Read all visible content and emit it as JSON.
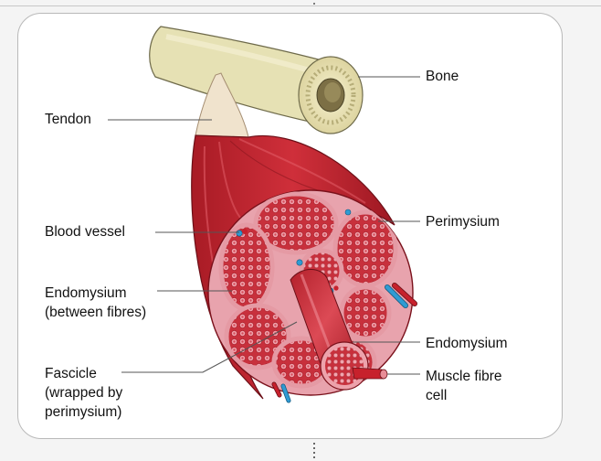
{
  "labels": {
    "bone": "Bone",
    "tendon": "Tendon",
    "blood_vessel": "Blood vessel",
    "perimysium": "Perimysium",
    "endomysium_between": "Endomysium\n(between fibres)",
    "endomysium": "Endomysium",
    "fascicle": "Fascicle\n(wrapped by\nperimysium)",
    "muscle_fibre_cell": "Muscle fibre\ncell"
  },
  "colors": {
    "muscle": "#c0232e",
    "muscle_dark": "#8e1620",
    "perimysium": "#e7a4ae",
    "fascicle_fill": "#cf3a47",
    "bone": "#e7e2b7",
    "tendon": "#f1e4d0",
    "vessel_blue": "#2f9bd3",
    "vessel_red": "#c7212c"
  }
}
